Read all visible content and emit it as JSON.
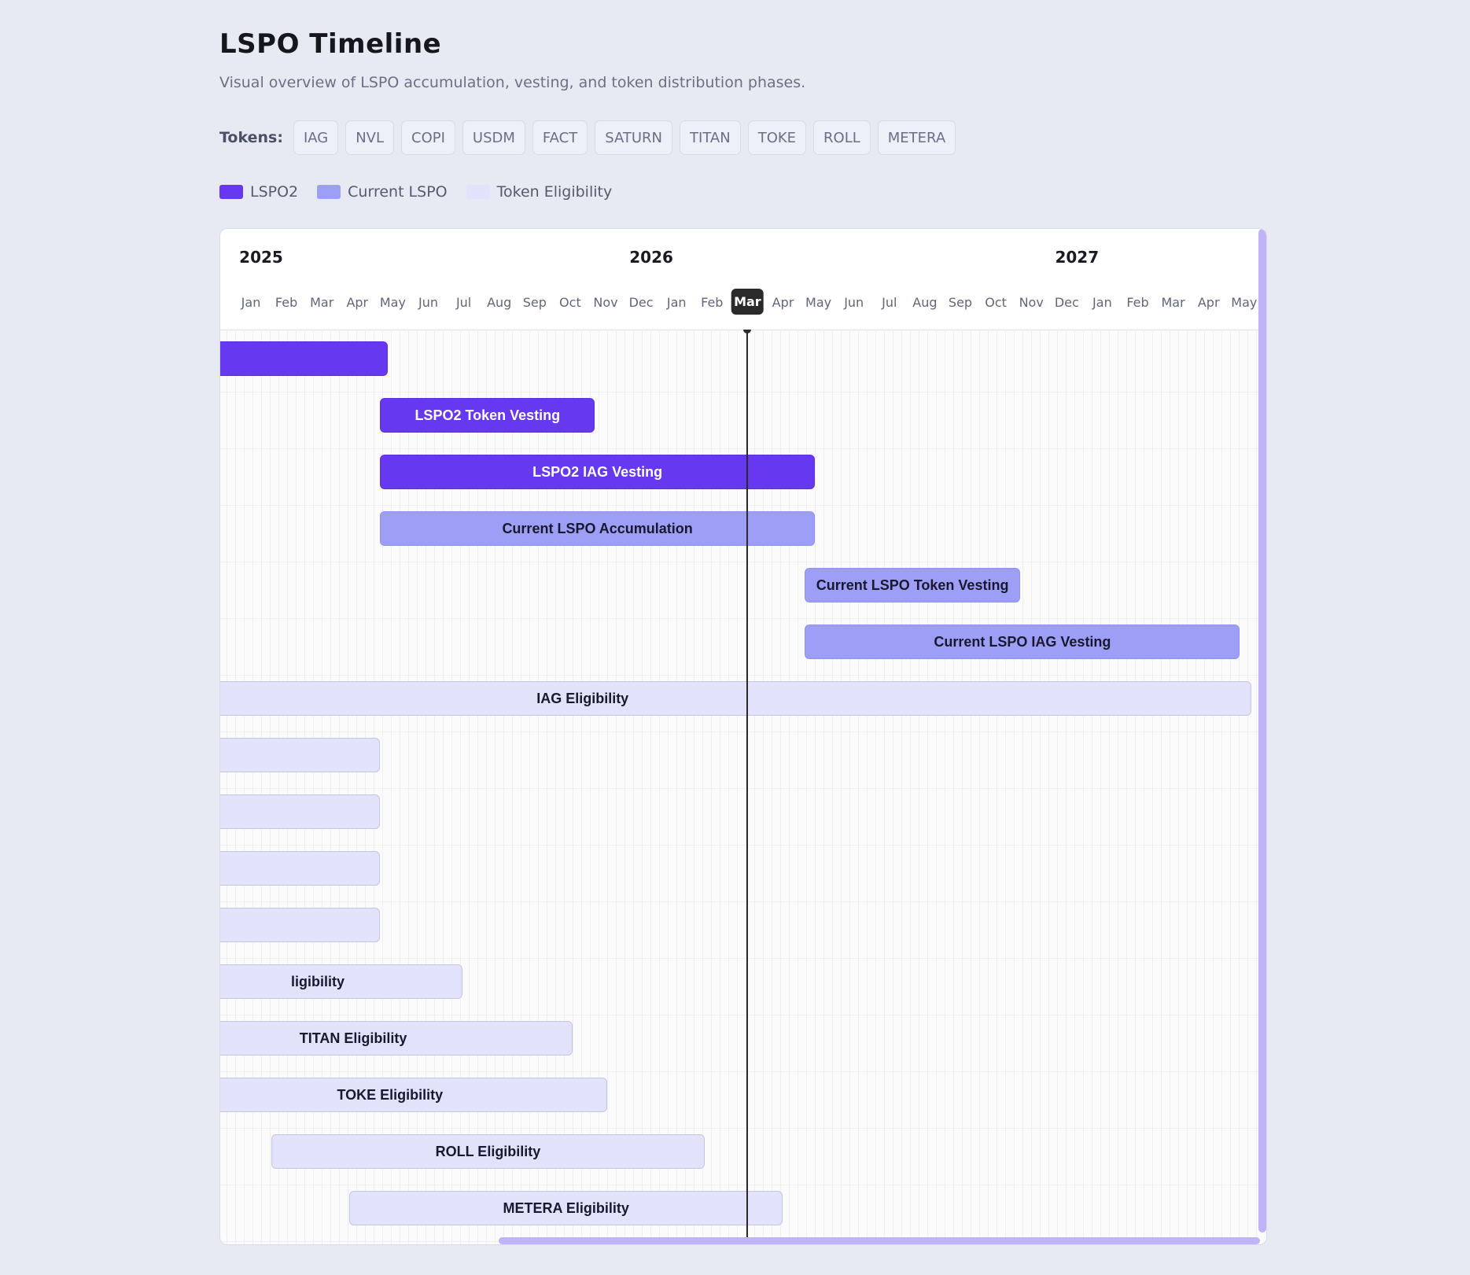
{
  "header": {
    "title": "LSPO Timeline",
    "subtitle": "Visual overview of LSPO accumulation, vesting, and token distribution phases."
  },
  "tokens": {
    "label": "Tokens:",
    "items": [
      "IAG",
      "NVL",
      "COPI",
      "USDM",
      "FACT",
      "SATURN",
      "TITAN",
      "TOKE",
      "ROLL",
      "METERA"
    ]
  },
  "legend": [
    {
      "label": "LSPO2",
      "color": "#6639f0"
    },
    {
      "label": "Current LSPO",
      "color": "#9c9ff5"
    },
    {
      "label": "Token Eligibility",
      "color": "#e2e3fa"
    }
  ],
  "timeline": {
    "years": [
      {
        "label": "2025",
        "month_index": 0
      },
      {
        "label": "2026",
        "month_index": 11
      },
      {
        "label": "2027",
        "month_index": 23
      }
    ],
    "months": [
      "Jan",
      "Feb",
      "Mar",
      "Apr",
      "May",
      "Jun",
      "Jul",
      "Aug",
      "Sep",
      "Oct",
      "Nov",
      "Dec",
      "Jan",
      "Feb",
      "Mar",
      "Apr",
      "May",
      "Jun",
      "Jul",
      "Aug",
      "Sep",
      "Oct",
      "Nov",
      "Dec",
      "Jan",
      "Feb",
      "Mar",
      "Apr",
      "May",
      "Jun"
    ],
    "current_month_index": 14,
    "bars": [
      {
        "label": "",
        "type": "lspo2",
        "start_month": -2.2,
        "end_month": 3.85
      },
      {
        "label": "LSPO2 Token Vesting",
        "type": "lspo2",
        "start_month": 3.64,
        "end_month": 9.7
      },
      {
        "label": "LSPO2 IAG Vesting",
        "type": "lspo2",
        "start_month": 3.64,
        "end_month": 15.9
      },
      {
        "label": "Current LSPO Accumulation",
        "type": "current",
        "start_month": 3.64,
        "end_month": 15.9
      },
      {
        "label": "Current LSPO Token Vesting",
        "type": "current",
        "start_month": 15.62,
        "end_month": 21.68
      },
      {
        "label": "Current LSPO IAG Vesting",
        "type": "current",
        "start_month": 15.62,
        "end_month": 27.88
      },
      {
        "label": "IAG Eligibility",
        "type": "eligibility",
        "start_month": -9.5,
        "end_month": 28.2
      },
      {
        "label": "",
        "type": "eligibility",
        "start_month": -2.2,
        "end_month": 3.64
      },
      {
        "label": "",
        "type": "eligibility",
        "start_month": -2.2,
        "end_month": 3.64
      },
      {
        "label": "",
        "type": "eligibility",
        "start_month": -2.2,
        "end_month": 3.64
      },
      {
        "label": "",
        "type": "eligibility",
        "start_month": -2.2,
        "end_month": 3.64
      },
      {
        "label": "ligibility",
        "type": "eligibility",
        "start_month": -2.2,
        "end_month": 5.97
      },
      {
        "label": "TITAN Eligibility",
        "type": "eligibility",
        "start_month": -3.3,
        "end_month": 9.07
      },
      {
        "label": "TOKE Eligibility",
        "type": "eligibility",
        "start_month": -2.2,
        "end_month": 10.04
      },
      {
        "label": "ROLL Eligibility",
        "type": "eligibility",
        "start_month": 0.57,
        "end_month": 12.8
      },
      {
        "label": "METERA Eligibility",
        "type": "eligibility",
        "start_month": 2.77,
        "end_month": 15.0
      }
    ]
  }
}
